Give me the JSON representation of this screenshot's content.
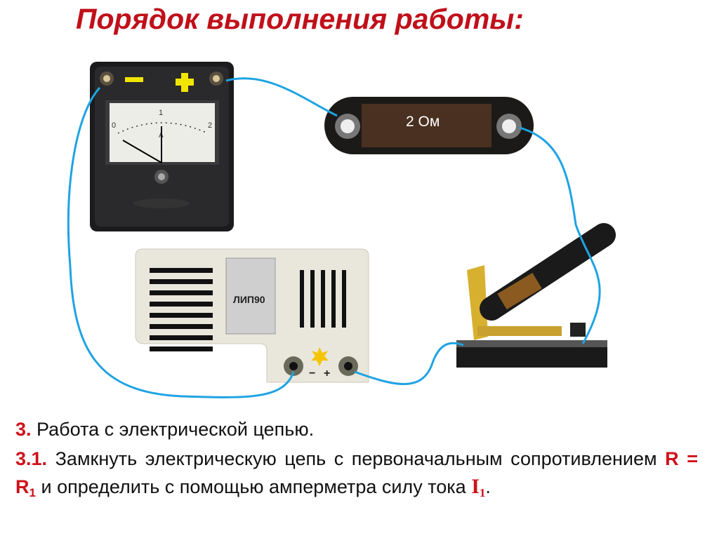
{
  "title": "Порядок выполнения работы:",
  "figure": {
    "ammeter": {
      "scale_labels": [
        "0",
        "1",
        "2"
      ],
      "unit": "A",
      "minus_sign": "−",
      "plus_sign": "+"
    },
    "resistor": {
      "label": "2 Ом"
    },
    "power_supply": {
      "model": "ЛИП90",
      "terminal_minus": "−",
      "terminal_plus": "+"
    },
    "wire_color": "#1fa3e3"
  },
  "text": {
    "step_number": "3.",
    "step_text": "Работа с электрической цепью.",
    "substep_number": "3.1.",
    "substep_text_1": "Замкнуть электрическую цепь с первоначальным сопротивлением",
    "R": "R",
    "eq": "=",
    "R1_base": "R",
    "R1_sub": "1",
    "substep_text_2": "и определить с помощью амперметра силу тока",
    "I1_base": "I",
    "I1_sub": "1",
    "period": "."
  }
}
